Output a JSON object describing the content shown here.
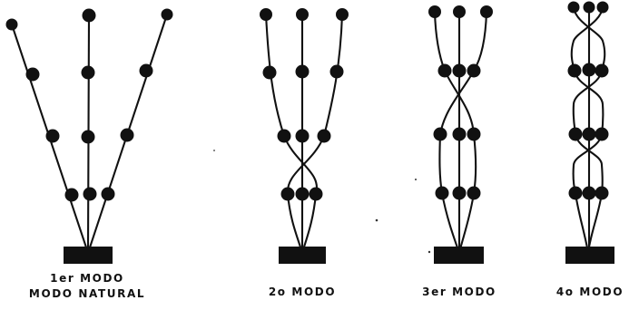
{
  "panels": [
    {
      "caption_line1": "1er MODO",
      "caption_line2": "MODO NATURAL"
    },
    {
      "caption_line1": "2o MODO",
      "caption_line2": ""
    },
    {
      "caption_line1": "3er MODO",
      "caption_line2": ""
    },
    {
      "caption_line1": "4o MODO",
      "caption_line2": ""
    }
  ],
  "colors": {
    "ink": "#111111",
    "background": "#ffffff"
  }
}
